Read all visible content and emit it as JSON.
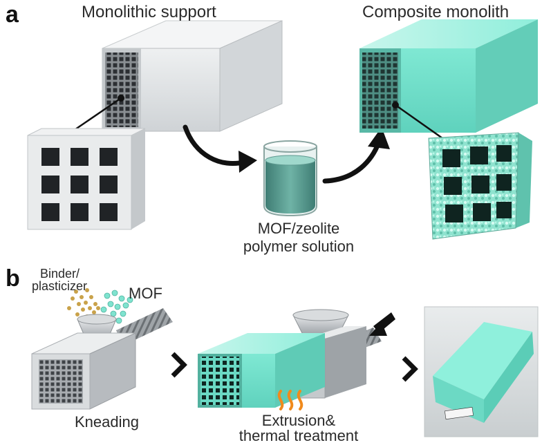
{
  "panel_a": {
    "letter": "a",
    "left_title": "Monolithic support",
    "right_title": "Composite monolith",
    "solution_line1": "MOF/zeolite",
    "solution_line2": "polymer solution"
  },
  "panel_b": {
    "letter": "b",
    "binder_line1": "Binder/",
    "binder_line2": "plasticizer",
    "mof_label": "MOF",
    "kneading_label": "Kneading",
    "extrusion_line1": "Extrusion&",
    "extrusion_line2": "thermal treatment"
  },
  "colors": {
    "support_grey": "#d9dcde",
    "mof_teal": "#7fe3cf",
    "binder_gold": "#c9a24a",
    "heat_orange": "#f08a1c"
  }
}
